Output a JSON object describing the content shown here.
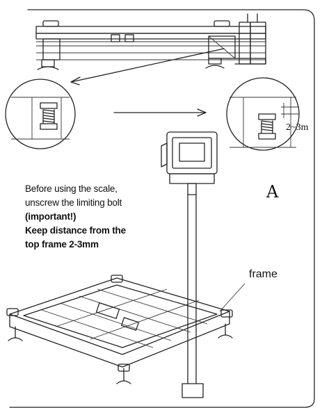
{
  "instructions": {
    "line1": "Before using the scale,",
    "line2": "unscrew the limiting bolt",
    "line3": "(important!)",
    "line4": "Keep distance from the",
    "line5": "top frame 2-3mm"
  },
  "callout": {
    "view_label": "A",
    "gap_label": "2~3m"
  },
  "part_label": "frame",
  "icons": [
    "bolt-detail-icon",
    "weighing-platform-icon",
    "indicator-display-icon"
  ]
}
